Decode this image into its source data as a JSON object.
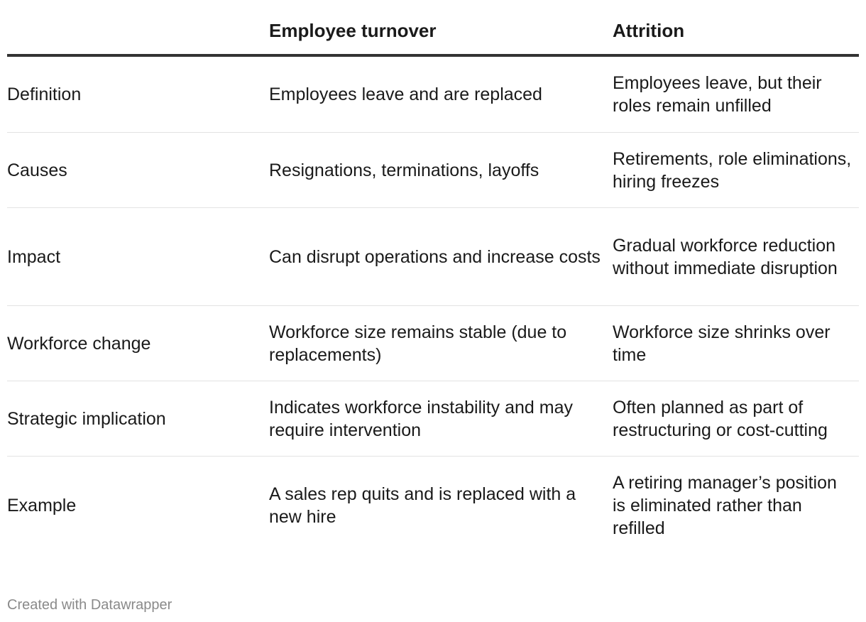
{
  "table": {
    "headers": [
      "",
      "Employee turnover",
      "Attrition"
    ],
    "rows": [
      [
        "Definition",
        "Employees leave and are replaced",
        "Employees leave, but their roles remain unfilled"
      ],
      [
        "Causes",
        "Resignations, terminations, layoffs",
        "Retirements, role eliminations, hiring freezes"
      ],
      [
        "Impact",
        "Can disrupt operations and increase costs",
        "Gradual workforce reduction without immediate disruption"
      ],
      [
        "Workforce change",
        "Workforce size remains stable (due to replacements)",
        "Workforce size shrinks over time"
      ],
      [
        "Strategic implication",
        "Indicates workforce instability and may require intervention",
        "Often planned as part of restructuring or cost-cutting"
      ],
      [
        "Example",
        "A sales rep quits and is replaced with a new hire",
        "A retiring manager’s position is eliminated rather than refilled"
      ]
    ]
  },
  "footer": {
    "credit": "Created with Datawrapper"
  }
}
